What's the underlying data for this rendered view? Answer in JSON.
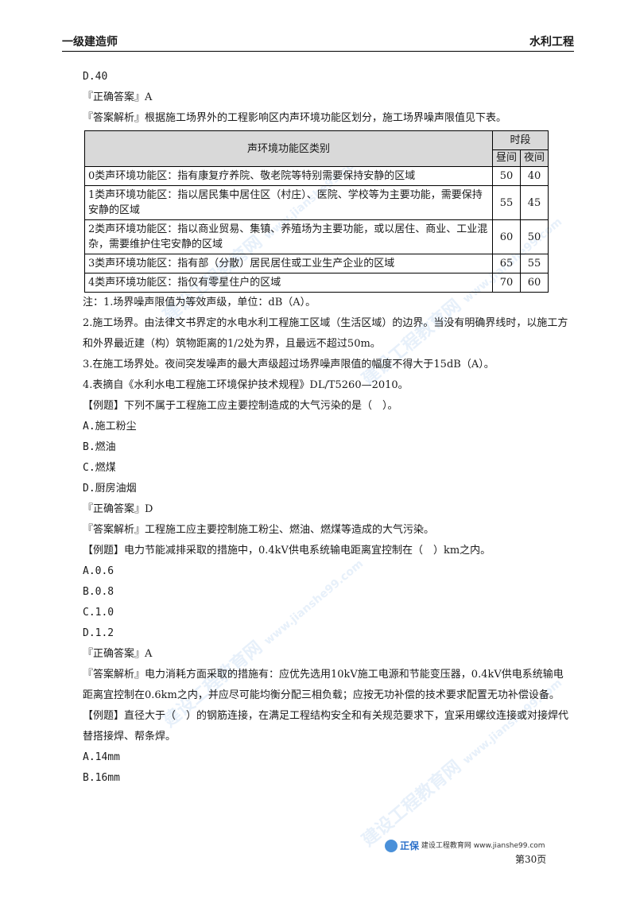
{
  "header": {
    "left": "一级建造师",
    "right": "水利工程"
  },
  "lines_top": [
    "D.40",
    "『正确答案』A",
    "『答案解析』根据施工场界外的工程影响区内声环境功能区划分，施工场界噪声限值见下表。"
  ],
  "table": {
    "col_header": "声环境功能区类别",
    "period": "时段",
    "day": "昼间",
    "night": "夜间",
    "rows": [
      {
        "label": "0类声环境功能区：指有康复疗养院、敬老院等特别需要保持安静的区域",
        "day": "50",
        "night": "40"
      },
      {
        "label": "1类声环境功能区：指以居民集中居住区（村庄）、医院、学校等为主要功能，需要保持安静的区域",
        "day": "55",
        "night": "45"
      },
      {
        "label": "2类声环境功能区：指以商业贸易、集镇、养殖场为主要功能，或以居住、商业、工业混杂，需要维护住宅安静的区域",
        "day": "60",
        "night": "50"
      },
      {
        "label": "3类声环境功能区：指有部（分散）居民居住或工业生产企业的区域",
        "day": "65",
        "night": "55"
      },
      {
        "label": "4类声环境功能区：指仅有零星住户的区域",
        "day": "70",
        "night": "60"
      }
    ]
  },
  "notes": [
    "注：1.场界噪声限值为等效声级，单位：dB（A）。",
    "2.施工场界。由法律文书界定的水电水利工程施工区域（生活区域）的边界。当没有明确界线时，以施工方和外界最近建（构）筑物距离的1/2处为界，且最远不超过50m。",
    "3.在施工场界处。夜间突发噪声的最大声级超过场界噪声限值的幅度不得大于15dB（A）。",
    "4.表摘自《水利水电工程施工环境保护技术规程》DL/T5260—2010。"
  ],
  "q1": {
    "stem": "【例题】下列不属于工程施工应主要控制造成的大气污染的是（　）。",
    "options": [
      "A.施工粉尘",
      "B.燃油",
      "C.燃煤",
      "D.厨房油烟"
    ],
    "answer": "『正确答案』D",
    "analysis": "『答案解析』工程施工应主要控制施工粉尘、燃油、燃煤等造成的大气污染。"
  },
  "q2": {
    "stem": "【例题】电力节能减排采取的措施中，0.4kV供电系统输电距离宜控制在（　）km之内。",
    "options": [
      "A.0.6",
      "B.0.8",
      "C.1.0",
      "D.1.2"
    ],
    "answer": "『正确答案』A",
    "analysis": "『答案解析』电力消耗方面采取的措施有：应优先选用10kV施工电源和节能变压器，0.4kV供电系统输电距离宜控制在0.6km之内，并应尽可能均衡分配三相负载；应按无功补偿的技术要求配置无功补偿设备。"
  },
  "q3": {
    "stem": "【例题】直径大于（　）的钢筋连接，在满足工程结构安全和有关规范要求下，宜采用螺纹连接或对接焊代替搭接焊、帮条焊。",
    "options": [
      "A.14mm",
      "B.16mm"
    ]
  },
  "watermark": {
    "text1": "建设工程教育网",
    "text2": "www.jianshe99.com"
  },
  "footer": {
    "logo_brand": "正保",
    "logo_text": "建设工程教育网 www.jianshe99.com",
    "page": "第30页"
  }
}
